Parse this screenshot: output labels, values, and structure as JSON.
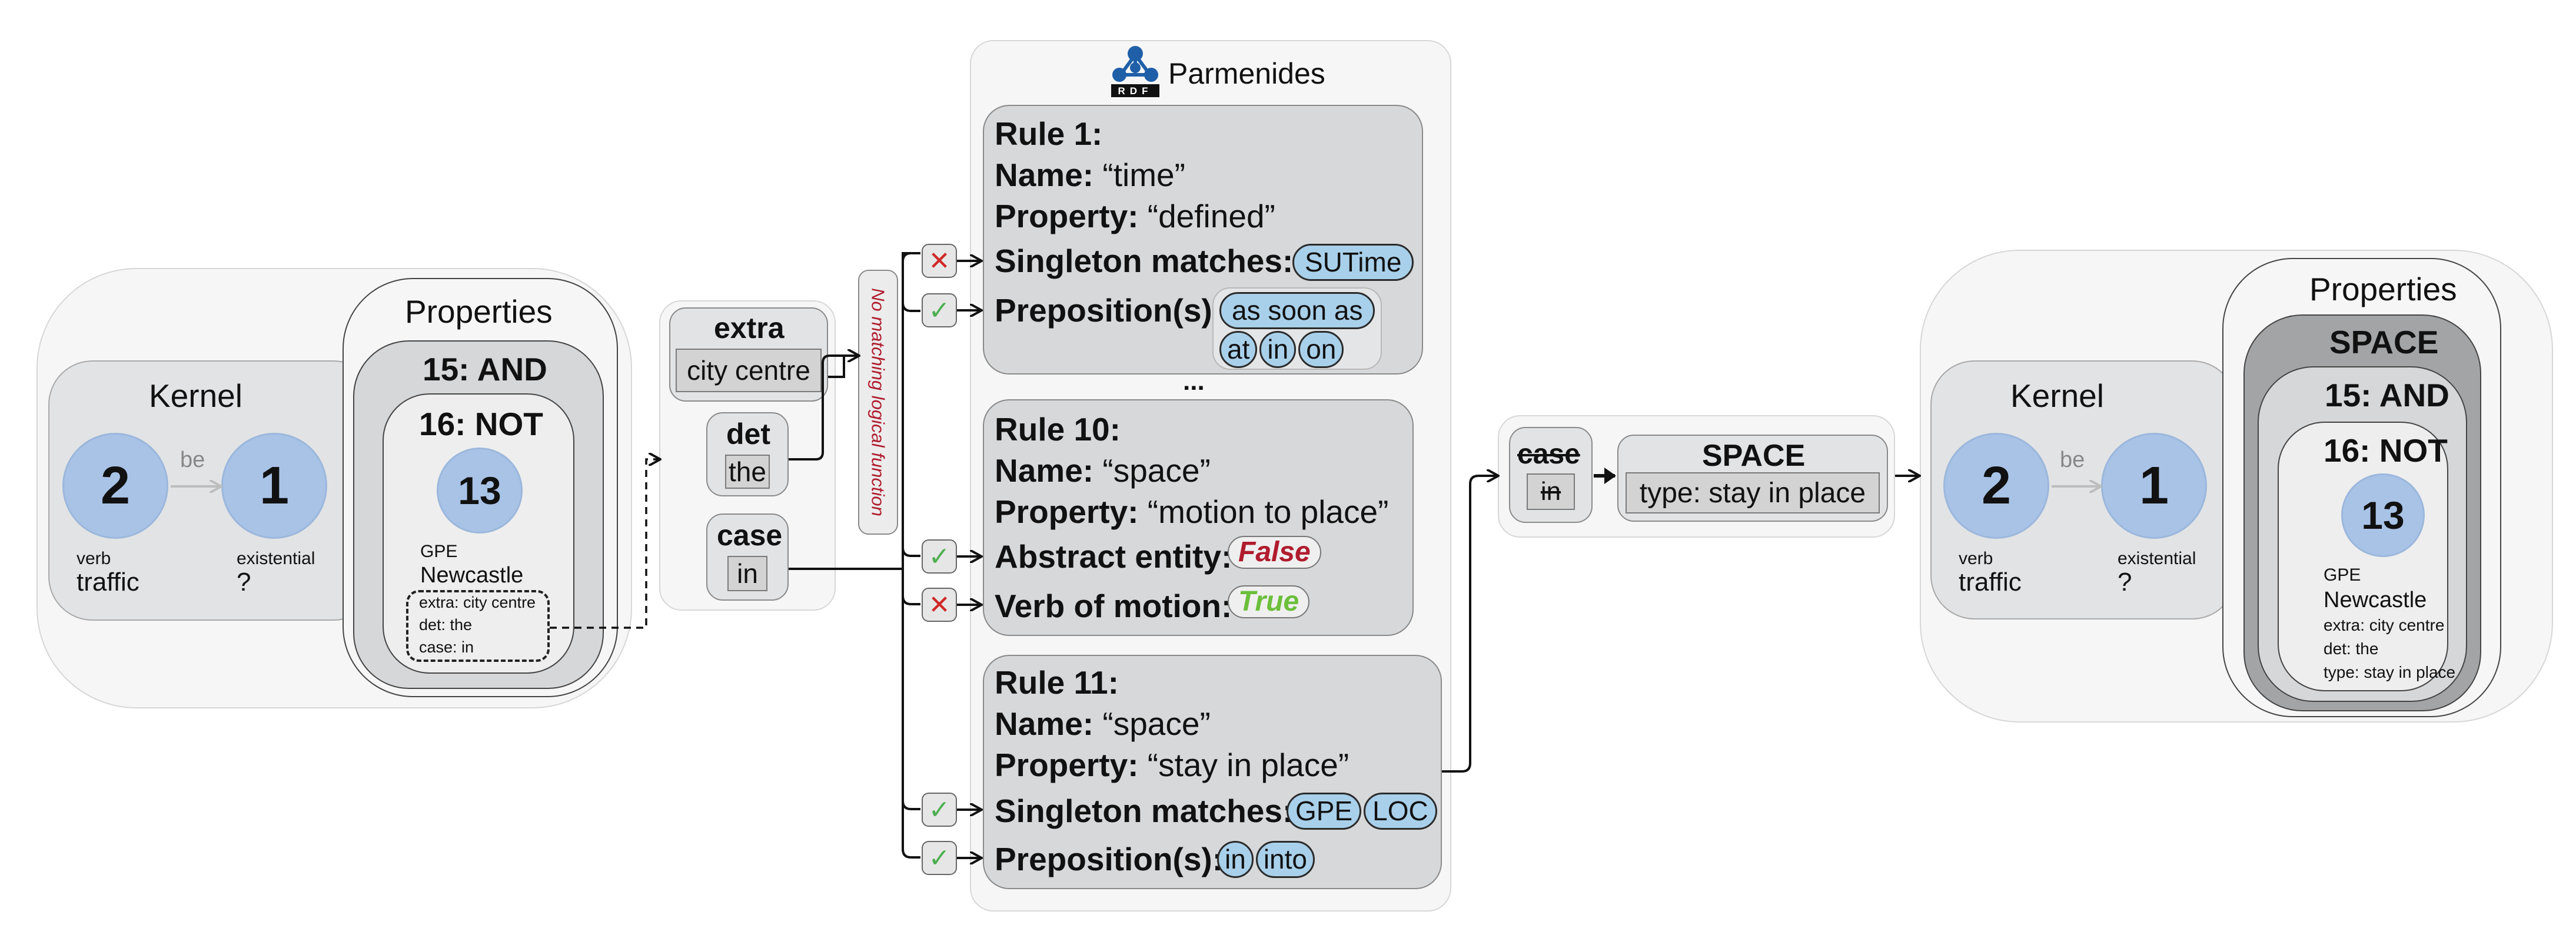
{
  "left": {
    "kernel_title": "Kernel",
    "node_a": {
      "id": "2",
      "type": "verb",
      "label": "traffic"
    },
    "edge_label": "be",
    "node_b": {
      "id": "1",
      "type": "existential",
      "label": "?"
    },
    "properties_title": "Properties",
    "and_label": "15: AND",
    "not_label": "16: NOT",
    "inner_node": {
      "id": "13",
      "type": "GPE",
      "label": "Newcastle"
    },
    "props": [
      "extra: city centre",
      "det: the",
      "case: in"
    ]
  },
  "mods": {
    "extra": {
      "title": "extra",
      "value": "city centre"
    },
    "det": {
      "title": "det",
      "value": "the"
    },
    "case": {
      "title": "case",
      "value": "in"
    },
    "no_match": "No matching logical function"
  },
  "parmenides": {
    "logo_text": "RDF",
    "title": "Parmenides",
    "ellipsis": "...",
    "rules": [
      {
        "title": "Rule 1:",
        "name_key": "Name:",
        "name_val": "“time”",
        "prop_key": "Property:",
        "prop_val": "“defined”",
        "line1_key": "Singleton matches:",
        "line1_pills": [
          "SUTime"
        ],
        "line1_mark": "✕",
        "line2_key": "Preposition(s):",
        "line2_pills_a": [
          "as soon as"
        ],
        "line2_pills_b": [
          "at",
          "in",
          "on"
        ],
        "line2_mark": "✓"
      },
      {
        "title": "Rule 10:",
        "name_key": "Name:",
        "name_val": "“space”",
        "prop_key": "Property:",
        "prop_val": "“motion to place”",
        "line1_key": "Abstract entity:",
        "line1_val": "False",
        "line1_mark": "✓",
        "line2_key": "Verb of motion:",
        "line2_val": "True",
        "line2_mark": "✕"
      },
      {
        "title": "Rule 11:",
        "name_key": "Name:",
        "name_val": "“space”",
        "prop_key": "Property:",
        "prop_val": "“stay in place”",
        "line1_key": "Singleton matches:",
        "line1_pills": [
          "GPE",
          "LOC"
        ],
        "line1_mark": "✓",
        "line2_key": "Preposition(s):",
        "line2_pills": [
          "in",
          "into"
        ],
        "line2_mark": "✓"
      }
    ]
  },
  "result": {
    "case_title": "case",
    "case_value": "in",
    "space_title": "SPACE",
    "type_key": "type:",
    "type_val": "stay in place"
  },
  "right": {
    "kernel_title": "Kernel",
    "node_a": {
      "id": "2",
      "type": "verb",
      "label": "traffic"
    },
    "edge_label": "be",
    "node_b": {
      "id": "1",
      "type": "existential",
      "label": "?"
    },
    "properties_title": "Properties",
    "space_label": "SPACE",
    "and_label": "15: AND",
    "not_label": "16: NOT",
    "inner_node": {
      "id": "13",
      "type": "GPE",
      "label": "Newcastle"
    },
    "props": [
      "extra: city centre",
      "det: the",
      "type: stay in place"
    ]
  },
  "colors": {
    "node": "#a8c3e6",
    "pill": "#a9d0ea",
    "false": "#b01c2e",
    "true": "#6bbf3a",
    "no_match": "#b01c2e"
  }
}
